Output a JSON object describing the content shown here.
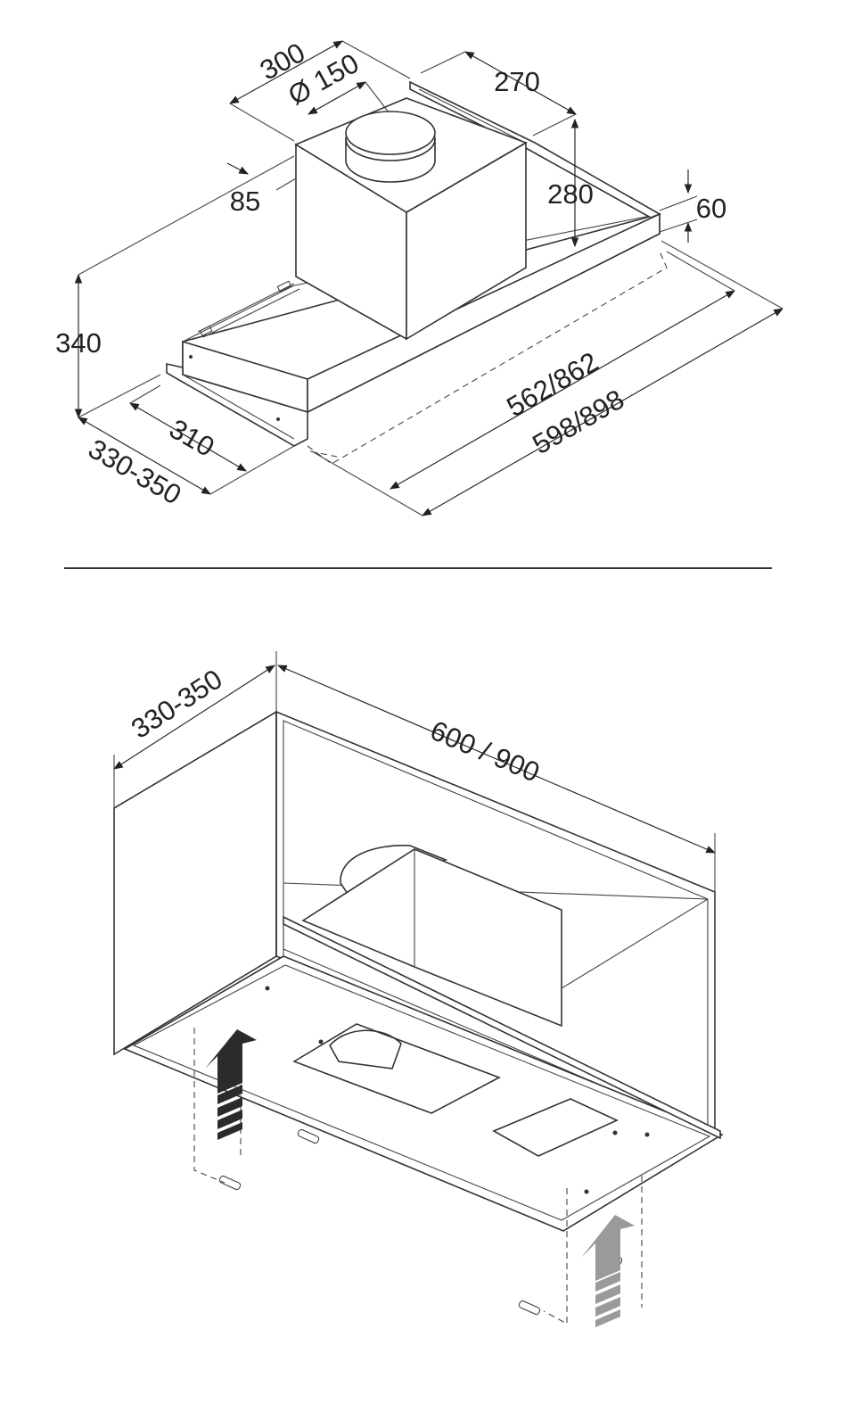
{
  "top_drawing": {
    "labels": {
      "width_top": "300",
      "duct_diameter": "Ø 150",
      "depth_motor": "270",
      "offset_85": "85",
      "height_motor": "280",
      "height_front": "60",
      "height_total": "340",
      "depth_310": "310",
      "depth_range": "330-350",
      "width_inner": "562/862",
      "width_outer": "598/898"
    }
  },
  "bottom_drawing": {
    "labels": {
      "cabinet_depth": "330-350",
      "cabinet_width": "600 / 900"
    }
  },
  "colors": {
    "line": "#333333",
    "arrow_dark": "#2b2b2b",
    "arrow_light": "#9a9a9a"
  }
}
